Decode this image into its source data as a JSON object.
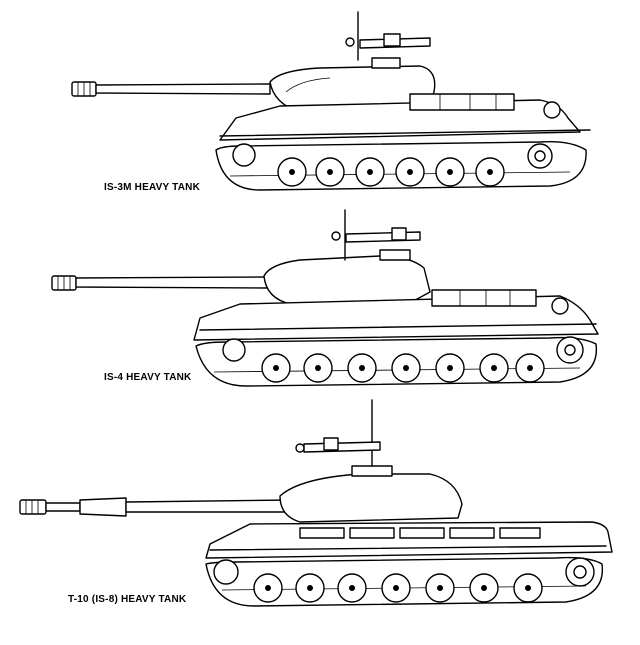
{
  "tanks": [
    {
      "caption": "IS-3M HEAVY TANK"
    },
    {
      "caption": "IS-4 HEAVY TANK"
    },
    {
      "caption": "T-10 (IS-8) HEAVY TANK"
    }
  ],
  "colors": {
    "ink": "#000000",
    "paper": "#ffffff"
  }
}
